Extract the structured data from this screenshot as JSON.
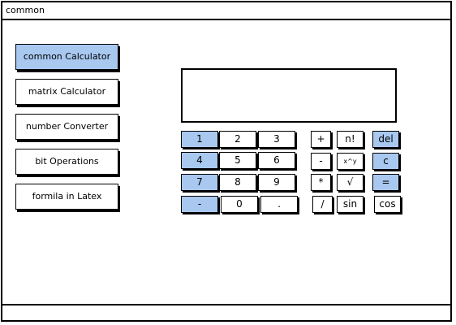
{
  "window": {
    "title": "common"
  },
  "sidebar": {
    "items": [
      {
        "label": "common Calculator",
        "active": true
      },
      {
        "label": "matrix Calculator",
        "active": false
      },
      {
        "label": "number Converter",
        "active": false
      },
      {
        "label": "bit Operations",
        "active": false
      },
      {
        "label": "formila in Latex",
        "active": false
      }
    ]
  },
  "display": {
    "value": ""
  },
  "keypad": {
    "digits": [
      [
        "1",
        "2",
        "3"
      ],
      [
        "4",
        "5",
        "6"
      ],
      [
        "7",
        "8",
        "9"
      ],
      [
        "-",
        "0",
        "."
      ]
    ],
    "operators": [
      "+",
      "-",
      "*",
      "/"
    ],
    "functions": [
      [
        "n!",
        "del"
      ],
      [
        "x^y",
        "c"
      ],
      [
        "√",
        "="
      ],
      [
        "sin",
        "cos"
      ]
    ]
  },
  "colors": {
    "accent": "#a8c8f0",
    "ink": "#000000",
    "paper": "#ffffff"
  }
}
